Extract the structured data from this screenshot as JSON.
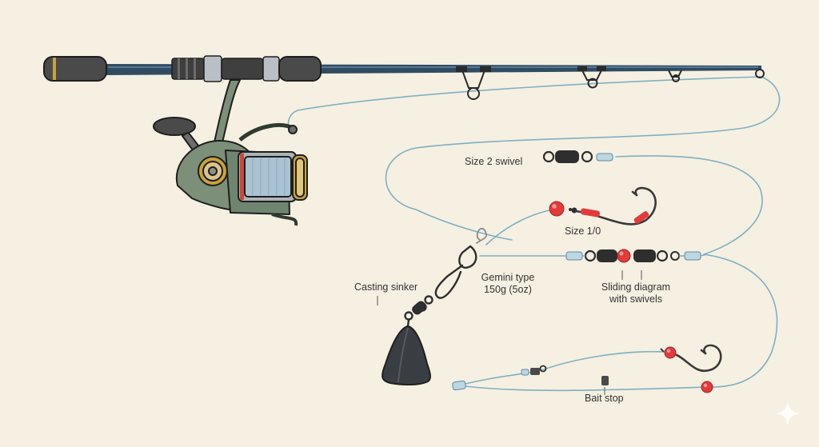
{
  "labels": {
    "size2_swivel": "Size 2 swivel",
    "hook_size": "Size 1/0",
    "casting_sinker": "Casting sinker",
    "gemini_line1": "Gemini type",
    "gemini_line2": "150g (5oz)",
    "sliding_line1": "Sliding diagram",
    "sliding_line2": "with swivels",
    "bait_stop": "Bait stop"
  },
  "icons": {
    "rod": "fishing-rod-icon",
    "reel": "spinning-reel-icon",
    "sinker": "pyramid-sinker-icon",
    "hook": "fishing-hook-icon",
    "swivel": "barrel-swivel-icon",
    "bead": "red-bead-icon",
    "sparkle": "sparkle-icon"
  },
  "colors": {
    "background": "#f6f0e2",
    "line": "#7fb0c2",
    "rod_blank": "#2f4c63",
    "reel_body": "#7c8f78",
    "bead": "#e23b3b",
    "sinker": "#3a3e42",
    "swivel": "#2e2e2e"
  }
}
